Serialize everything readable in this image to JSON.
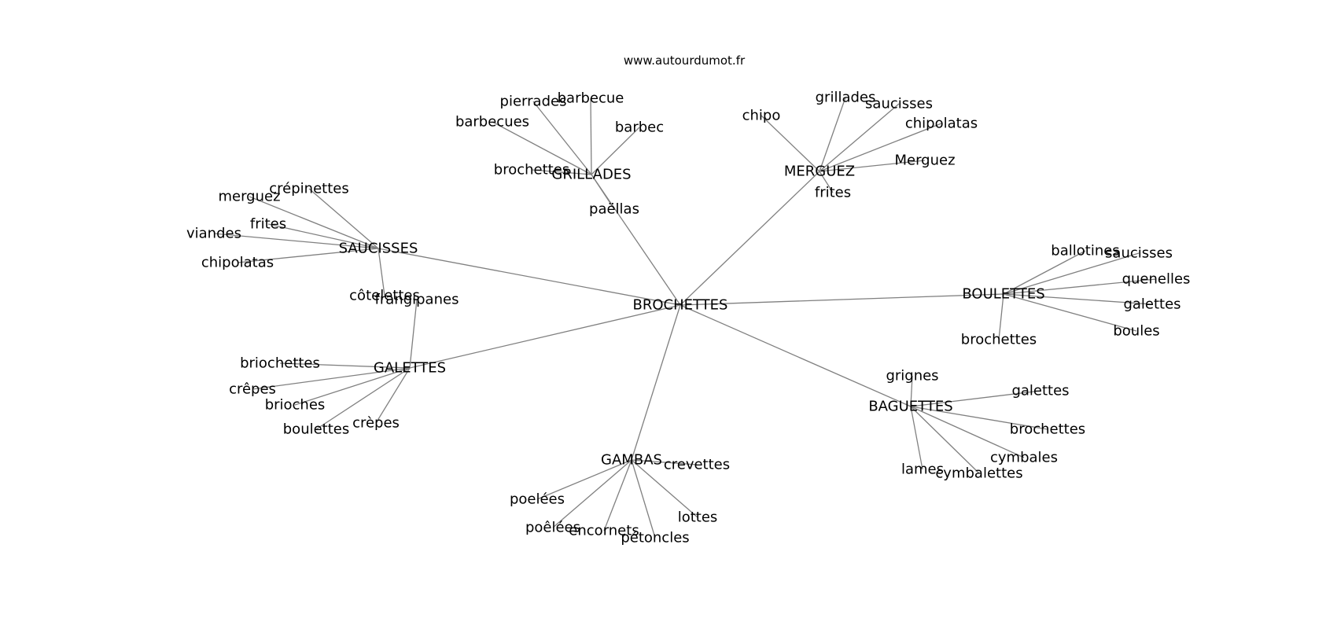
{
  "header": {
    "site": "www.autourdumot.fr"
  },
  "colors": {
    "edge": "#808080",
    "text": "#000000",
    "background": "#ffffff"
  },
  "graph": {
    "center": "BROCHETTES",
    "hubs": [
      {
        "label": "GRILLADES",
        "leaves": [
          "pierrades",
          "barbecue",
          "barbecues",
          "barbec",
          "brochettes",
          "paëllas"
        ]
      },
      {
        "label": "MERGUEZ",
        "leaves": [
          "chipo",
          "grillades",
          "saucisses",
          "chipolatas",
          "Merguez",
          "frites"
        ]
      },
      {
        "label": "SAUCISSES",
        "leaves": [
          "crépinettes",
          "merguez",
          "frites",
          "viandes",
          "chipolatas",
          "côtelettes"
        ]
      },
      {
        "label": "BOULETTES",
        "leaves": [
          "ballotines",
          "saucisses",
          "quenelles",
          "galettes",
          "boules",
          "brochettes"
        ]
      },
      {
        "label": "GALETTES",
        "leaves": [
          "frangipanes",
          "briochettes",
          "crêpes",
          "brioches",
          "boulettes",
          "crèpes"
        ]
      },
      {
        "label": "BAGUETTES",
        "leaves": [
          "grignes",
          "galettes",
          "brochettes",
          "cymbales",
          "cymbalettes",
          "lames"
        ]
      },
      {
        "label": "GAMBAS",
        "leaves": [
          "crevettes",
          "poelées",
          "poêlées",
          "encornets",
          "pétoncles",
          "lottes"
        ]
      }
    ]
  }
}
